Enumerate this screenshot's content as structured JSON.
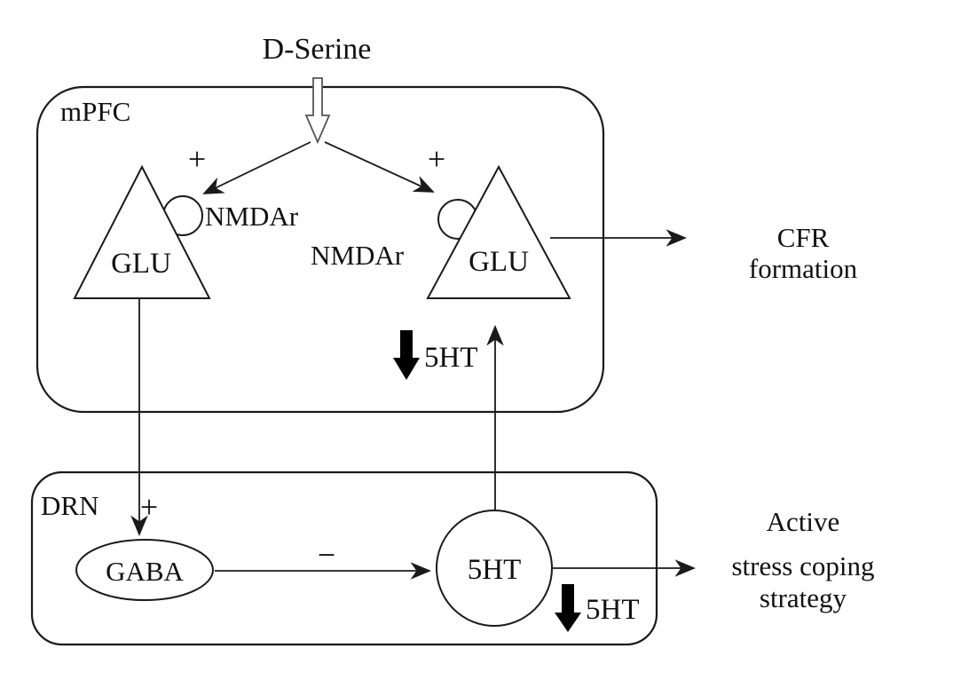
{
  "title": "D-Serine",
  "mpfc": {
    "label": "mPFC",
    "plus_left": "+",
    "plus_right": "+",
    "nmdar_left": "NMDAr",
    "nmdar_right": "NMDAr",
    "glu_left": "GLU",
    "glu_right": "GLU",
    "serotonin_decrease": "5HT"
  },
  "drn": {
    "label": "DRN",
    "plus": "+",
    "gaba": "GABA",
    "inhibition_sign": "−",
    "serotonin": "5HT",
    "serotonin_decrease": "5HT"
  },
  "outcomes": {
    "cfr_line1": "CFR",
    "cfr_line2": "formation",
    "coping_line1": "Active",
    "coping_line2": "stress coping",
    "coping_line3": "strategy"
  },
  "colors": {
    "stroke": "#1a1a1a",
    "fill": "#ffffff",
    "arrow_fill": "#000000"
  }
}
